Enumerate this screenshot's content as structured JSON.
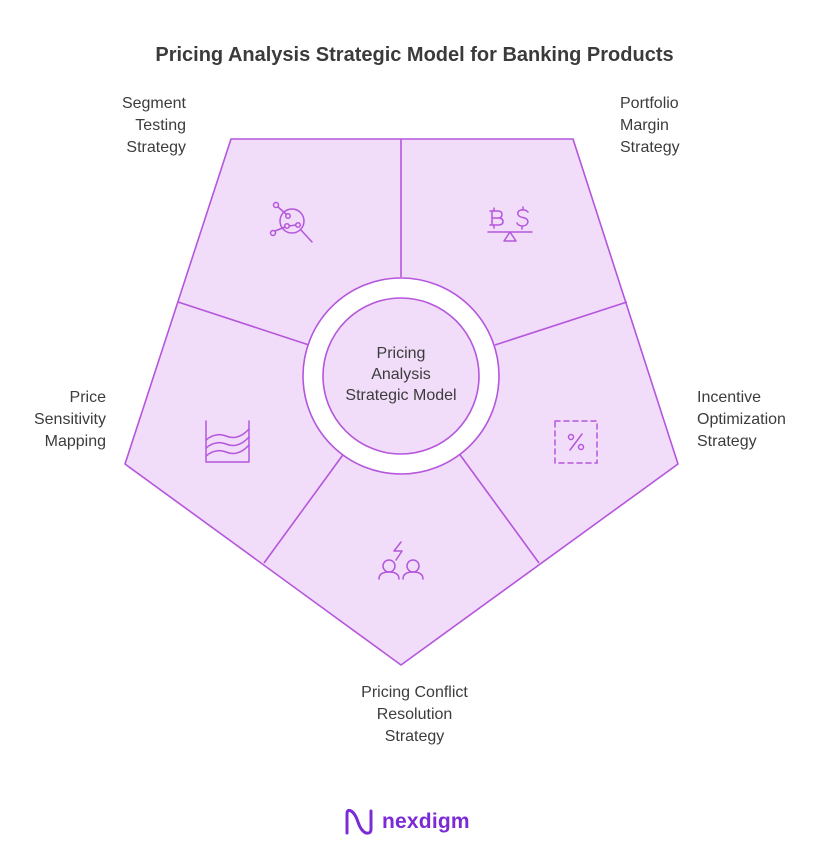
{
  "title": "Pricing Analysis Strategic Model for Banking Products",
  "center": {
    "lines": [
      "Pricing",
      "Analysis",
      "Strategic Model"
    ]
  },
  "segments": [
    {
      "lines": [
        "Segment",
        "Testing",
        "Strategy"
      ],
      "icon": "magnifier-network-icon"
    },
    {
      "lines": [
        "Portfolio",
        "Margin",
        "Strategy"
      ],
      "icon": "currency-balance-scale-icon"
    },
    {
      "lines": [
        "Incentive",
        "Optimization",
        "Strategy"
      ],
      "icon": "percent-tag-icon"
    },
    {
      "lines": [
        "Pricing Conflict",
        "Resolution",
        "Strategy"
      ],
      "icon": "conflict-people-icon"
    },
    {
      "lines": [
        "Price",
        "Sensitivity",
        "Mapping"
      ],
      "icon": "area-chart-icon"
    }
  ],
  "brand": {
    "name": "nexdigm",
    "icon": "nexdigm-logo-icon"
  },
  "colors": {
    "fill": "#f1dcf9",
    "stroke": "#b556dc",
    "accent": "#7b2bd6"
  }
}
